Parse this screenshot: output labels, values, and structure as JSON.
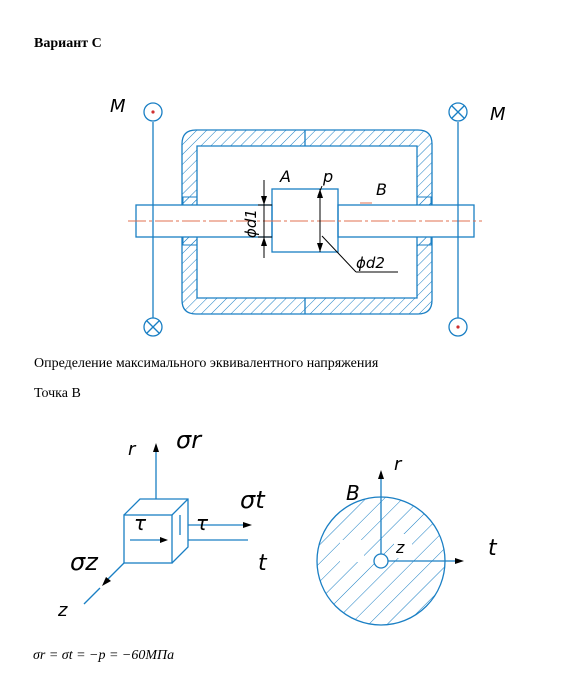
{
  "title": "Вариант С",
  "heading": "Определение максимального эквивалентного напряжения",
  "point_label": "Точка В",
  "formula": "σr = σt = −p = −60МПа",
  "fig1": {
    "moment_left": "M",
    "moment_right": "M",
    "label_A": "A",
    "label_p": "p",
    "label_B": "B",
    "dim_d1": "ϕd1",
    "dim_d2": "ϕd2"
  },
  "fig2": {
    "axis_r": "r",
    "axis_t": "t",
    "axis_z": "z",
    "sigma_r": "σr",
    "sigma_t": "σt",
    "sigma_z": "σz",
    "tau_left": "τ",
    "tau_right": "τ"
  },
  "fig3": {
    "label_B": "B",
    "axis_r": "r",
    "axis_t": "t",
    "axis_z": "z"
  },
  "colors": {
    "line": "#1a7fc4",
    "text": "#000000",
    "center": "#d03030"
  }
}
